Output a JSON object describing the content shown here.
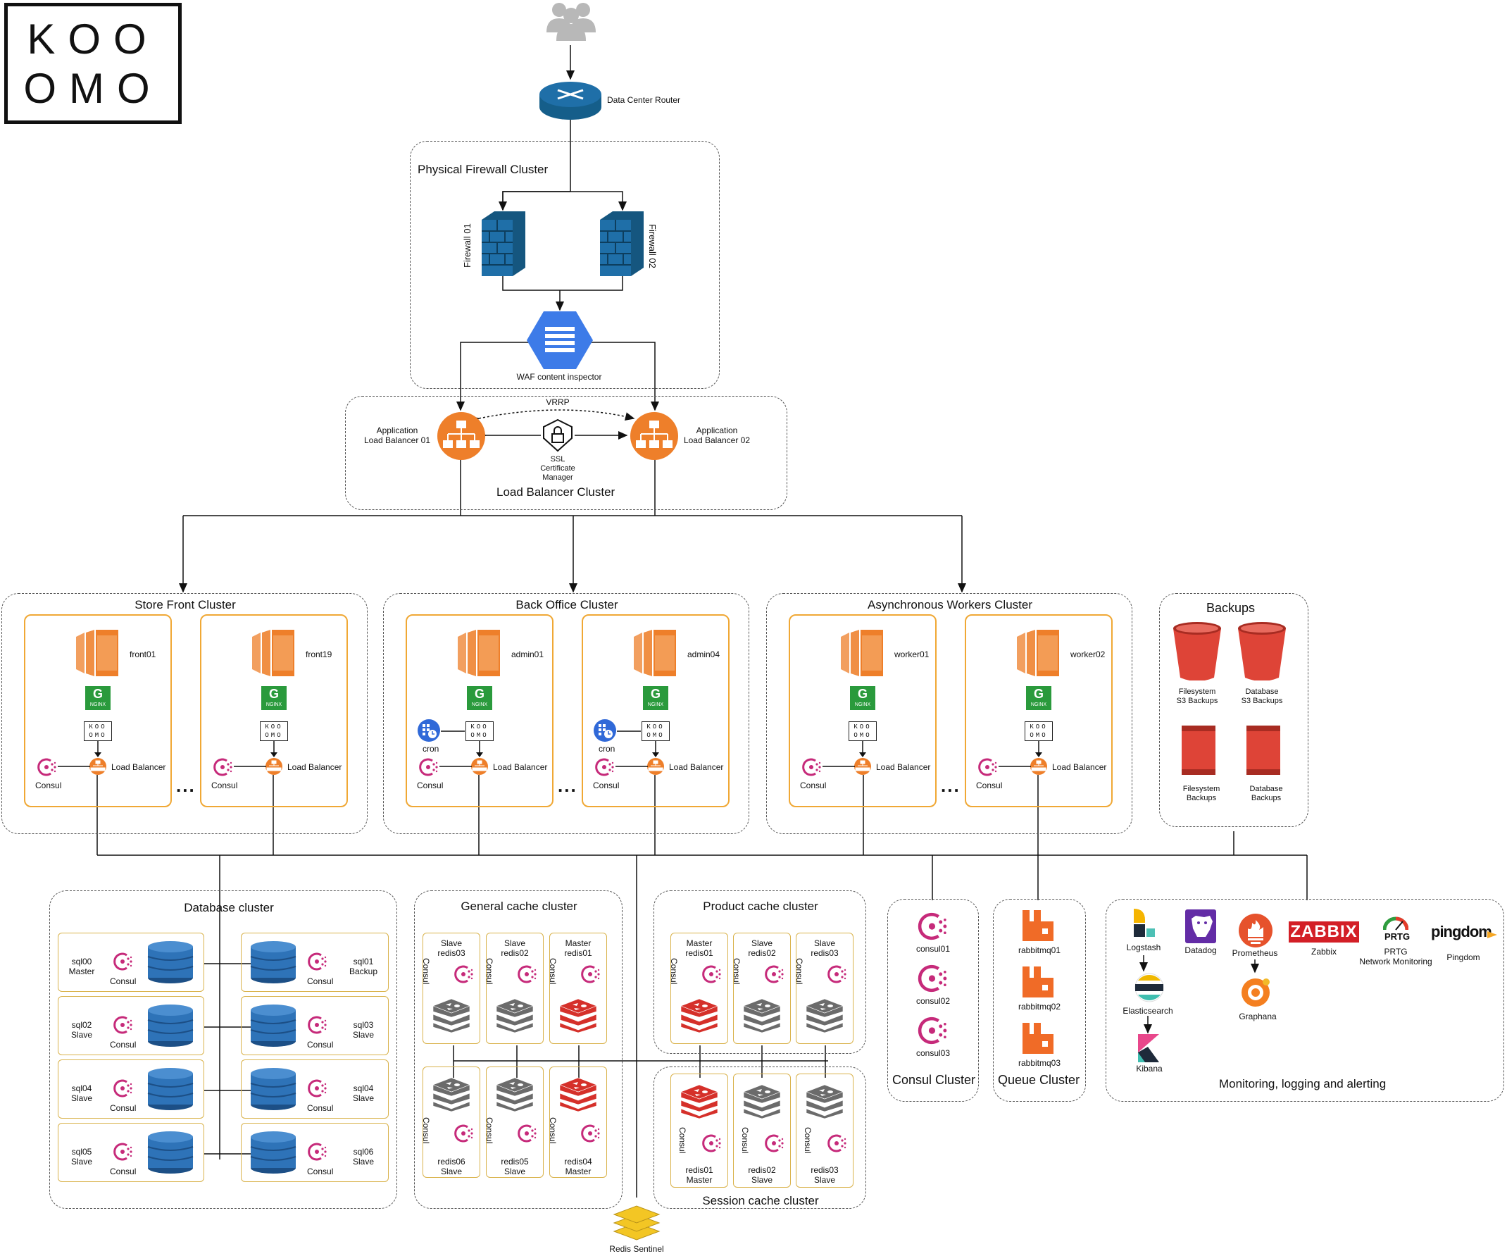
{
  "logo": {
    "line1": "KOO",
    "line2": "OMO"
  },
  "top": {
    "router": "Data Center Router",
    "firewall_cluster": "Physical Firewall  Cluster",
    "firewall1": "Firewall 01",
    "firewall2": "Firewall 02",
    "waf": "WAF content inspector"
  },
  "lb": {
    "cluster": "Load Balancer Cluster",
    "vrrp": "VRRP",
    "lb1": [
      "Application",
      "Load Balancer 01"
    ],
    "lb2": [
      "Application",
      "Load Balancer 02"
    ],
    "ssl": [
      "SSL",
      "Certificate",
      "Manager"
    ]
  },
  "app_clusters": [
    {
      "title": "Store Front Cluster",
      "servers": [
        "front01",
        "front19"
      ]
    },
    {
      "title": "Back Office Cluster",
      "servers": [
        "admin01",
        "admin04"
      ]
    },
    {
      "title": "Asynchronous Workers Cluster",
      "servers": [
        "worker01",
        "worker02"
      ]
    }
  ],
  "server_parts": {
    "consul": "Consul",
    "load_balancer": "Load Balancer",
    "cron": "cron",
    "ellipsis": "...",
    "mini_logo_top": "KOO",
    "mini_logo_bottom": "OMO",
    "nginx": "NGINX"
  },
  "backups": {
    "title": "Backups",
    "items": [
      [
        "Filesystem",
        "S3 Backups"
      ],
      [
        "Database",
        "S3 Backups"
      ],
      [
        "Filesystem",
        "Backups"
      ],
      [
        "Database",
        "Backups"
      ]
    ]
  },
  "database": {
    "title": "Database cluster",
    "consul": "Consul",
    "left": [
      [
        "sql00",
        "Master"
      ],
      [
        "sql02",
        "Slave"
      ],
      [
        "sql04",
        "Slave"
      ],
      [
        "sql05",
        "Slave"
      ]
    ],
    "right": [
      [
        "sql01",
        "Backup"
      ],
      [
        "sql03",
        "Slave"
      ],
      [
        "sql04",
        "Slave"
      ],
      [
        "sql06",
        "Slave"
      ]
    ]
  },
  "general_cache": {
    "title": "General cache cluster",
    "consul": "Consul",
    "top": [
      [
        "Slave",
        "redis03"
      ],
      [
        "Slave",
        "redis02"
      ],
      [
        "Master",
        "redis01"
      ]
    ],
    "bottom": [
      [
        "redis06",
        "Slave"
      ],
      [
        "redis05",
        "Slave"
      ],
      [
        "redis04",
        "Master"
      ]
    ]
  },
  "product_cache": {
    "title": "Product cache cluster",
    "consul": "Consul",
    "nodes": [
      [
        "Master",
        "redis01"
      ],
      [
        "Slave",
        "redis02"
      ],
      [
        "Slave",
        "redis03"
      ]
    ]
  },
  "session_cache": {
    "title": "Session cache cluster",
    "consul": "Consul",
    "nodes": [
      [
        "redis01",
        "Master"
      ],
      [
        "redis02",
        "Slave"
      ],
      [
        "redis03",
        "Slave"
      ]
    ]
  },
  "sentinel": "Redis Sentinel",
  "consul_cluster": {
    "title": "Consul Cluster",
    "nodes": [
      "consul01",
      "consul02",
      "consul03"
    ]
  },
  "queue_cluster": {
    "title": "Queue Cluster",
    "nodes": [
      "rabbitmq01",
      "rabbitmq02",
      "rabbitmq03"
    ]
  },
  "monitoring": {
    "title": "Monitoring, logging and alerting",
    "logstash": "Logstash",
    "elasticsearch": "Elasticsearch",
    "kibana": "Kibana",
    "datadog": "Datadog",
    "prometheus": "Prometheus",
    "graphana": "Graphana",
    "zabbix_logo": "ZABBIX",
    "zabbix": "Zabbix",
    "prtg_logo": "PRTG",
    "prtg": [
      "PRTG",
      "Network Monitoring"
    ],
    "pingdom_logo": "pingdom",
    "pingdom": "Pingdom"
  },
  "colors": {
    "ec2": "#ee7f2a",
    "firewall": "#1f6fa8",
    "waf": "#3d7be8",
    "consul": "#c62a7a",
    "redis_red": "#d5302a",
    "redis_gray": "#6b6b6b",
    "dynamo": "#2e73b8",
    "bucket": "#de4437",
    "rabbit": "#f06b27",
    "sentinel": "#f3c624",
    "server_border": "#f0a835"
  }
}
